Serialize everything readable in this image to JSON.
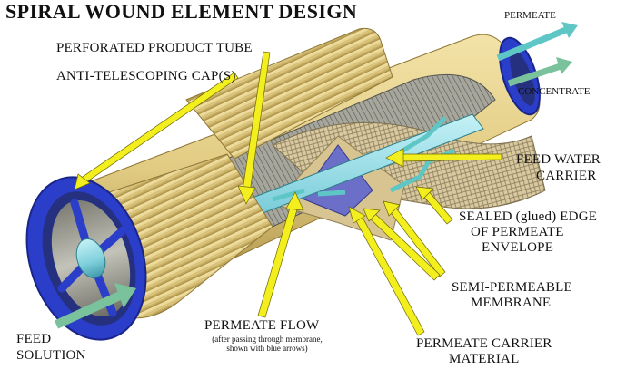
{
  "title": "SPIRAL WOUND ELEMENT DESIGN",
  "labels": {
    "perforated_product_tube": "PERFORATED PRODUCT TUBE",
    "anti_telescoping_caps": "ANTI-TELESCOPING CAP(s)",
    "permeate": "PERMEATE",
    "concentrate": "CONCENTRATE",
    "feed_water_carrier_1": "FEED WATER",
    "feed_water_carrier_2": "CARRIER",
    "sealed_edge_1": "SEALED (glued) EDGE",
    "sealed_edge_2": "OF PERMEATE",
    "sealed_edge_3": "ENVELOPE",
    "semi_permeable_1": "SEMI-PERMEABLE",
    "semi_permeable_2": "MEMBRANE",
    "permeate_flow": "PERMEATE FLOW",
    "permeate_flow_note_1": "(after passing through membrane,",
    "permeate_flow_note_2": "shown with blue arrows)",
    "permeate_carrier_1": "PERMEATE CARRIER",
    "permeate_carrier_2": "MATERIAL",
    "feed_solution_1": "FEED",
    "feed_solution_2": "SOLUTION"
  },
  "colors": {
    "shell": "#e2cc83",
    "shell_dark": "#b69a4d",
    "cap": "#2b3ec9",
    "cap_dark": "#1a258a",
    "wound_layers": "#9c9c92",
    "mesh": "#cdbc95",
    "product_tube": "#8ad8e4",
    "callout_arrow": "#f3ee1e",
    "flow_arrow_teal": "#5ec7c6",
    "flow_arrow_green": "#79c29c"
  }
}
